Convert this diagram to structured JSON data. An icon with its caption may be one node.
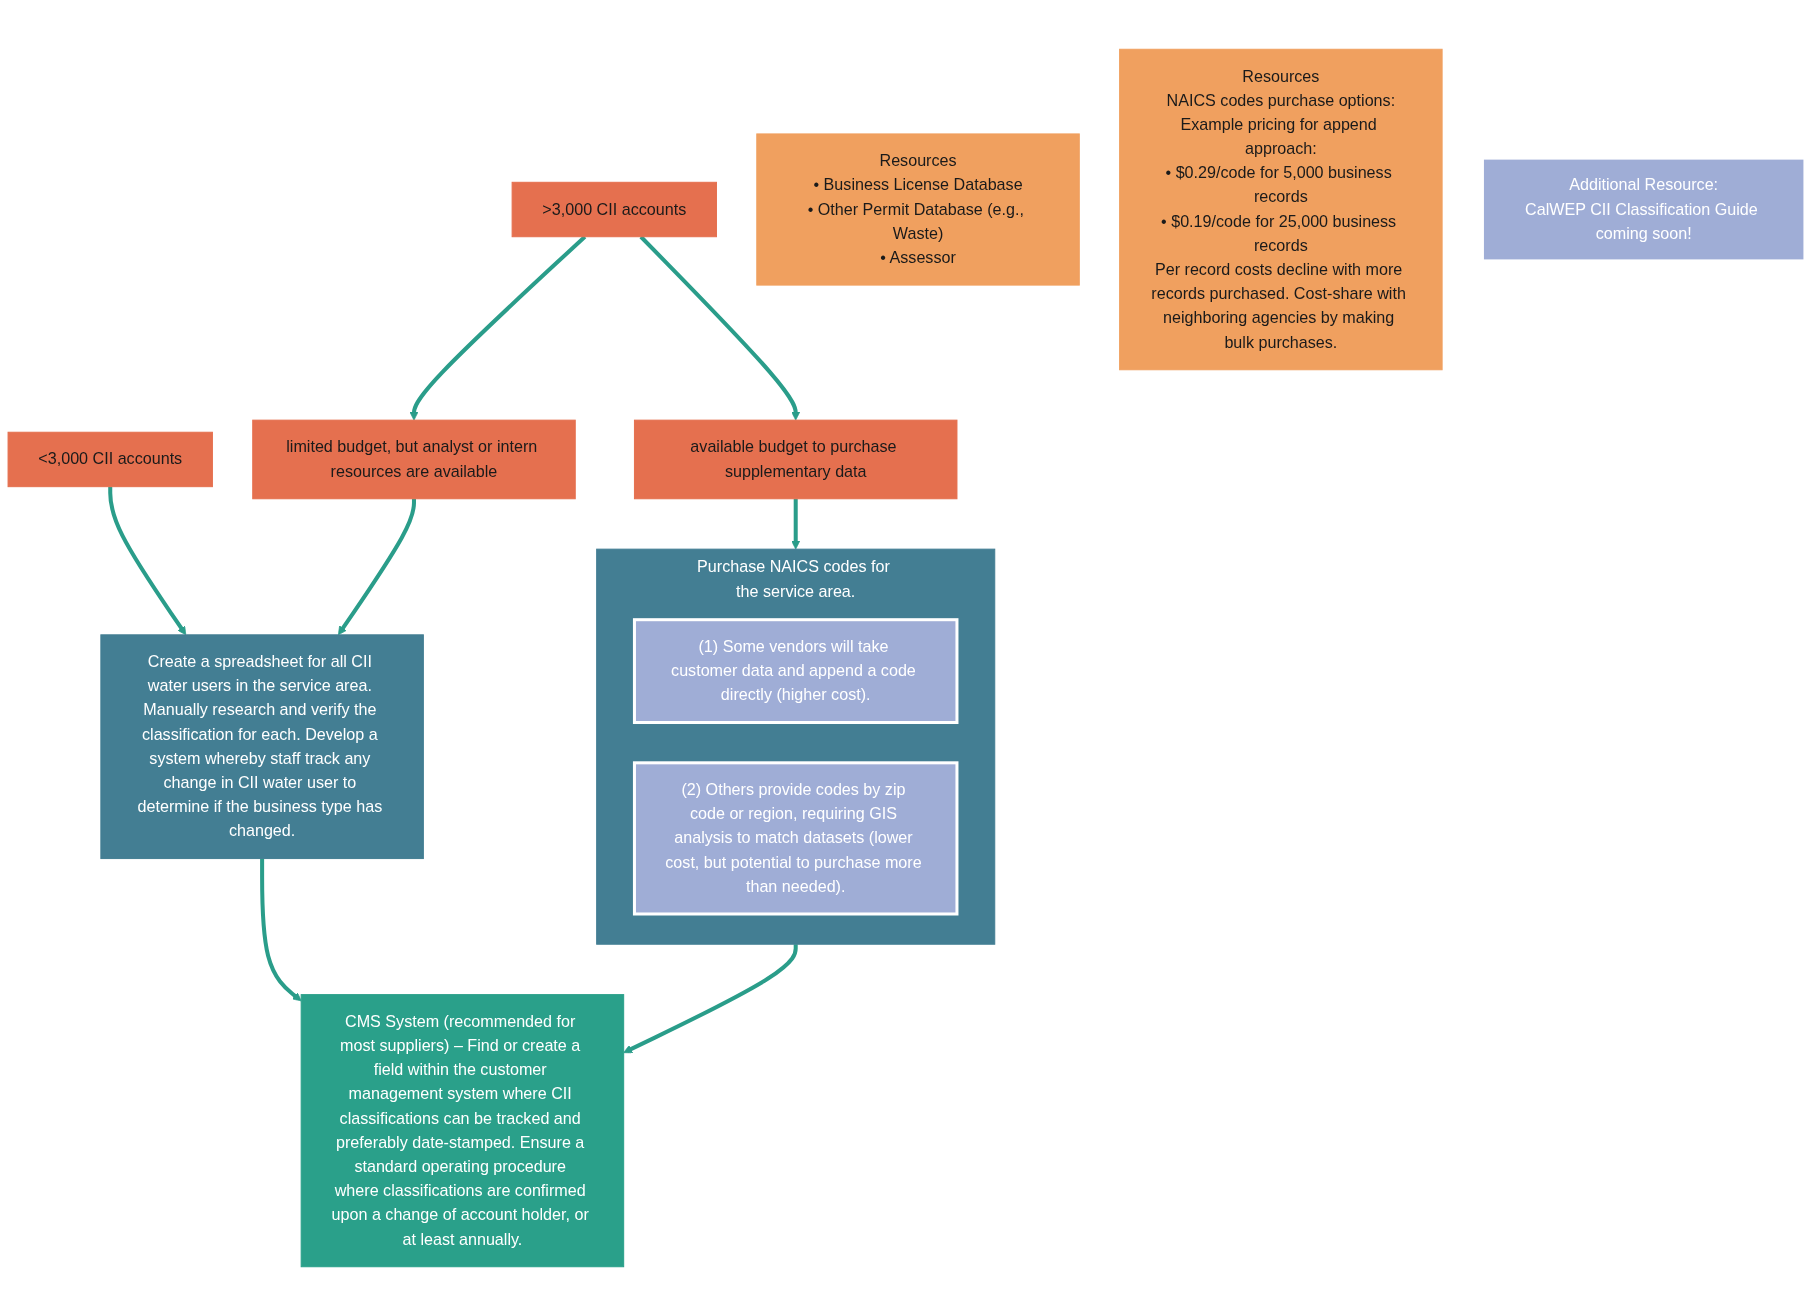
{
  "diagram": {
    "nodes": [
      {
        "text": [
          "<3,000 CII accounts"
        ]
      },
      {
        "text": [
          ">3,000 CII accounts"
        ]
      },
      {
        "text": [
          "limited budget, but analyst or intern resources are available"
        ]
      },
      {
        "text": [
          "available budget to purchase supplementary data"
        ]
      },
      {
        "text": [
          "Create a spreadsheet for all CII water users in the service area. Manually research and verify the classification for each. Develop a system whereby staff track any change in CII water user to determine if the business type has changed."
        ]
      },
      {
        "text": [
          "Resources",
          "• Business License Database",
          "• Other Permit Database (e.g., Waste)",
          "• Assessor"
        ]
      },
      {
        "text": [
          "Purchase NAICS codes for the service area."
        ]
      },
      {
        "text": [
          "(1) Some vendors will take customer data and append a code directly (higher cost)."
        ],
        "in": 6
      },
      {
        "text": [
          "(2) Others provide codes by zip code or region, requiring GIS analysis to match datasets (lower cost, but potential to purchase more than needed)."
        ],
        "in": 6
      },
      {
        "text": [
          "Resources",
          "NAICS codes purchase options:",
          "Example pricing for append approach:",
          "• $0.29/code for 5,000 business records",
          "• $0.19/code for 25,000 business records",
          "Per record costs decline with more records purchased. Cost-share with neighboring agencies by making bulk purchases."
        ]
      },
      {
        "text": [
          "CMS System (recommended for most suppliers) – Find or create a field within the customer management system where CII classifications can be tracked and preferably date-stamped. Ensure a standard operating procedure where classifications are confirmed upon a change of account holder, or at least annually."
        ]
      },
      {
        "text": [
          "Additional Resource:",
          "CalWEP CII Classification Guide coming soon!"
        ]
      }
    ],
    "edges": [
      {
        "from": 0,
        "to": 4,
        "arrow": "to"
      },
      {
        "from": 2,
        "to": 4,
        "arrow": "to"
      },
      {
        "from": 1,
        "to": 2,
        "arrow": "to"
      },
      {
        "from": 1,
        "to": 3,
        "arrow": "to"
      },
      {
        "from": 3,
        "to": 6,
        "arrow": "to"
      },
      {
        "from": 4,
        "to": 10,
        "arrow": "to"
      },
      {
        "from": 6,
        "to": 10,
        "arrow": "to"
      }
    ]
  }
}
